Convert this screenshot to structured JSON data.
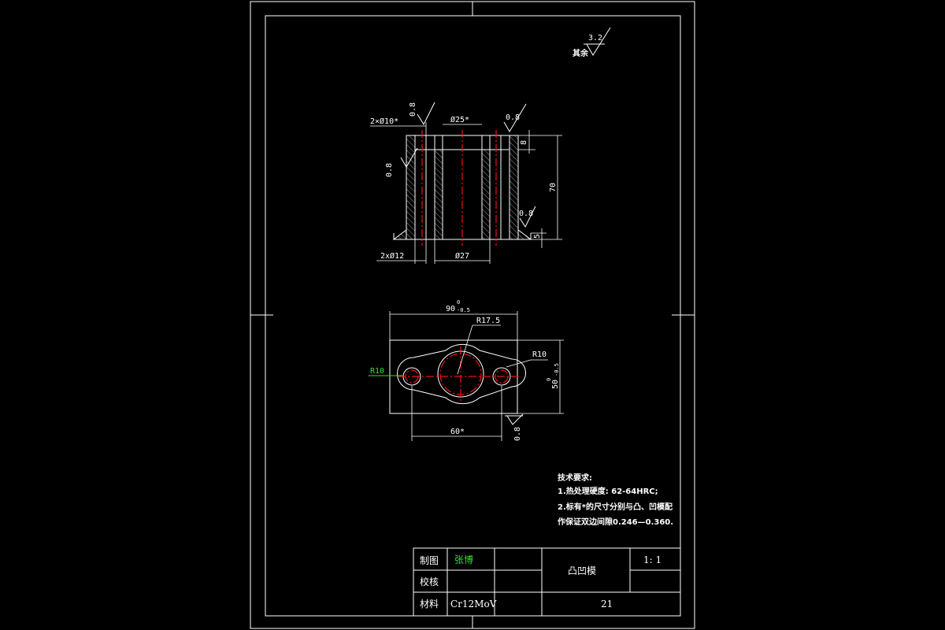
{
  "roughness": {
    "general": {
      "value": "3.2",
      "label": "其余"
    },
    "top_left_hole": "0.8",
    "left_wall": "0.8",
    "top_right": "0.8",
    "bottom_right": "0.8",
    "plan_bottom": "0.8"
  },
  "section_view": {
    "dim_holes_top": "2×Ø10*",
    "dim_center_top": "Ø25*",
    "dim_holes_bottom": "2xØ12",
    "dim_center_bottom": "Ø27",
    "dim_height": "70",
    "dim_top_step": "8",
    "dim_bottom_step": "5"
  },
  "plan_view": {
    "dim_width": "90",
    "dim_width_tol_upper": "0",
    "dim_width_tol_lower": "-0.5",
    "dim_height": "50",
    "dim_height_tol_upper": "0",
    "dim_height_tol_lower": "-0.5",
    "dim_r_center": "R17.5",
    "dim_r_right": "R10",
    "dim_r_left": "R10",
    "dim_spacing": "60*"
  },
  "notes": {
    "title": "技术要求:",
    "line1": "1.热处理硬度: 62-64HRC;",
    "line2": "2.标有*的尺寸分别与凸、凹模配",
    "line3": "作保证双边间隙0.246—0.360."
  },
  "title_block": {
    "drawn_label": "制图",
    "drawn_value": "张博",
    "check_label": "校核",
    "check_value": "",
    "material_label": "材料",
    "material_value": "Cr12MoV",
    "part_name": "凸凹模",
    "scale": "1: 1",
    "drawing_number": "21"
  }
}
